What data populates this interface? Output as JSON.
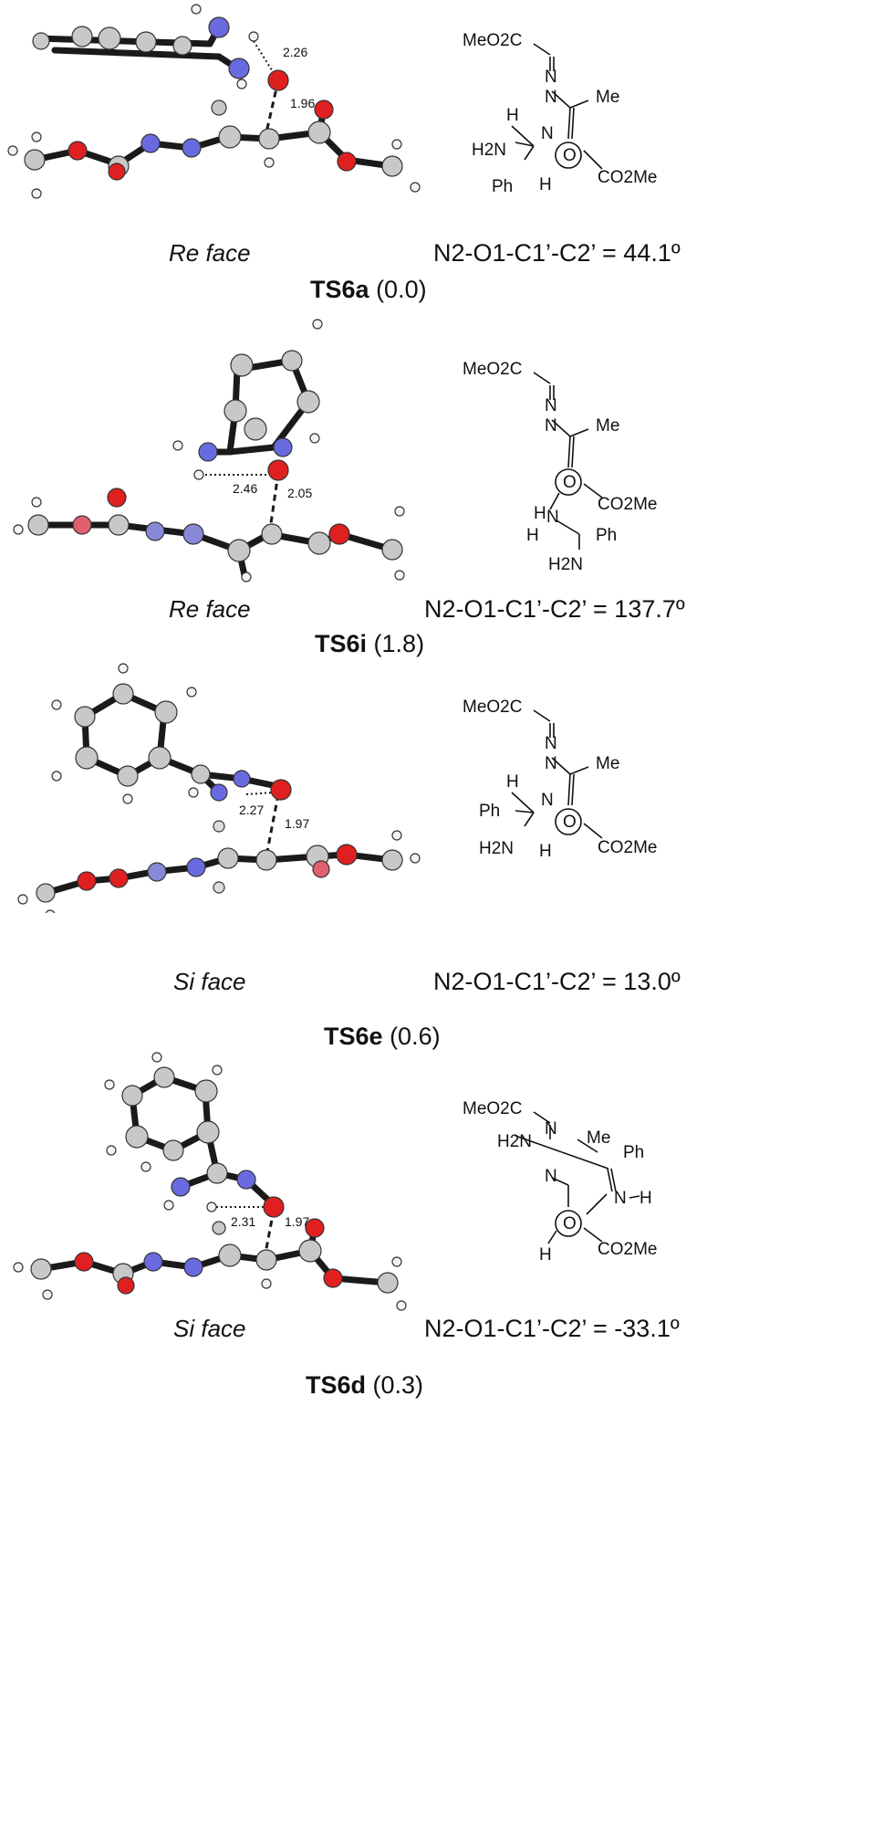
{
  "panels": [
    {
      "face": "Re face",
      "dihedral": "N2-O1-C1’-C2’ = 44.1º",
      "ts_name": "TS6a",
      "ts_energy": "(0.0)",
      "distances": [
        "2.26",
        "1.96"
      ],
      "scheme": {
        "ester_top": "MeO2C",
        "me": "Me",
        "h_left": "H",
        "amide": "H2N",
        "ph": "Ph",
        "h_bottom": "H",
        "ester_right": "CO2Me"
      }
    },
    {
      "face": "Re face",
      "dihedral": "N2-O1-C1’-C2’ = 137.7º",
      "ts_name": "TS6i",
      "ts_energy": "(1.8)",
      "distances": [
        "2.46",
        "2.05"
      ],
      "scheme": {
        "ester_top": "MeO2C",
        "me": "Me",
        "h_left": "H",
        "amide": "H2N",
        "ph": "Ph",
        "h_bottom": "H",
        "ester_right": "CO2Me"
      }
    },
    {
      "face": "Si face",
      "dihedral": "N2-O1-C1’-C2’ = 13.0º",
      "ts_name": "TS6e",
      "ts_energy": "(0.6)",
      "distances": [
        "2.27",
        "1.97"
      ],
      "scheme": {
        "ester_top": "MeO2C",
        "me": "Me",
        "h_left": "H",
        "amide": "H2N",
        "ph": "Ph",
        "h_bottom": "H",
        "ester_right": "CO2Me"
      }
    },
    {
      "face": "Si face",
      "dihedral": "N2-O1-C1’-C2’ = -33.1º",
      "ts_name": "TS6d",
      "ts_energy": "(0.3)",
      "distances": [
        "2.31",
        "1.97"
      ],
      "scheme": {
        "ester_top": "MeO2C",
        "me": "Me",
        "h_left": "H",
        "amide": "H2N",
        "ph": "Ph",
        "h_bottom": "H",
        "ester_right": "CO2Me"
      }
    }
  ],
  "colors": {
    "carbon": "#c8c8c8",
    "nitrogen": "#6a6ae0",
    "oxygen": "#e02020",
    "hydrogen": "#f4f4f4",
    "bond": "#1a1a1a"
  }
}
